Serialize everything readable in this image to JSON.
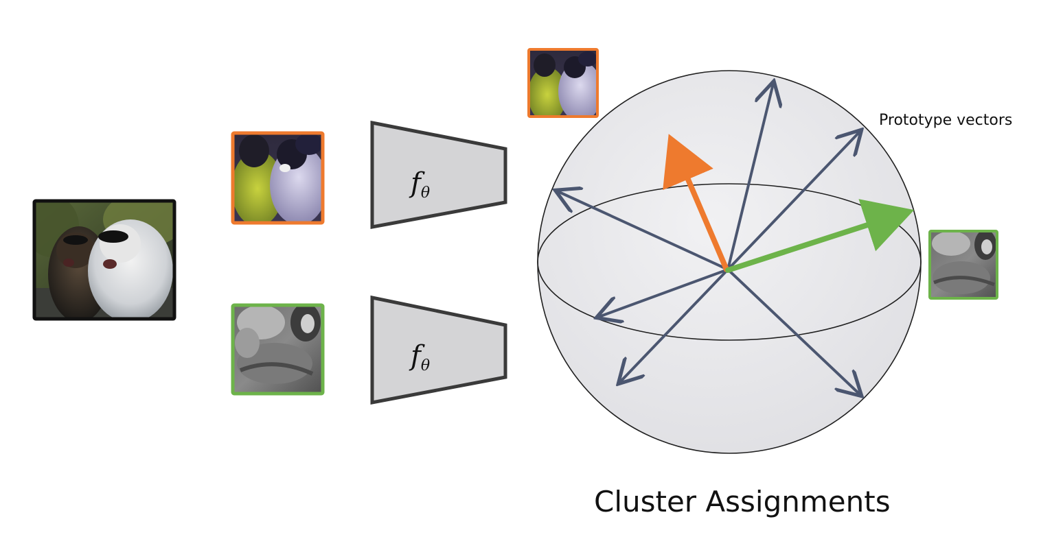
{
  "labels": {
    "prototype_vectors": "Prototype vectors",
    "cluster_assignments": "Cluster Assignments",
    "encoder_top_main": "f",
    "encoder_top_sub": "θ",
    "encoder_bottom_main": "f",
    "encoder_bottom_sub": "θ"
  },
  "colors": {
    "crop_a": "#ee7a2e",
    "crop_b": "#6db34a",
    "prototype_arrow": "#4b5670",
    "encoder_fill": "#d4d4d6",
    "encoder_stroke": "#3a3a3a",
    "sphere_fill": "#ececee",
    "source_frame": "#111111"
  },
  "icons": {
    "source_image": "two-dogs-photo",
    "crop_a": "dogs-color-jitter-crop",
    "crop_b": "dog-grayscale-crop"
  }
}
